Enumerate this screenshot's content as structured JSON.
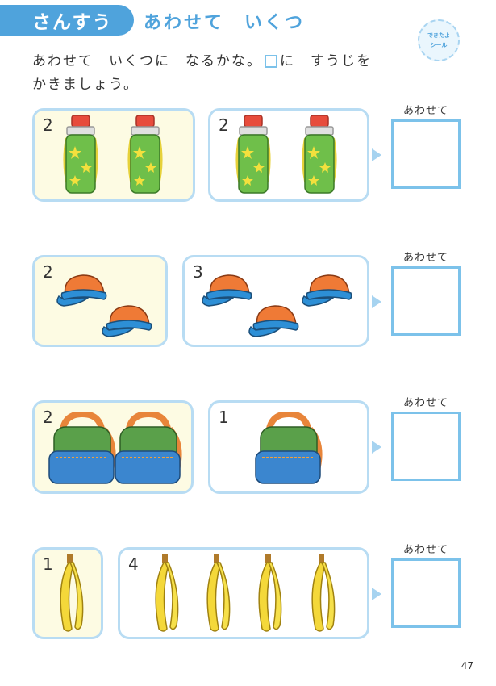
{
  "header": {
    "subject": "さんすう",
    "title": "あわせて　いくつ",
    "sticker_line1": "できたよ",
    "sticker_line2": "シール"
  },
  "instructions": {
    "line1_part1": "あわせて　いくつに　なるかな。",
    "line1_part2": "に　すうじを",
    "line2": "かきましょう。"
  },
  "problems": [
    {
      "item": "water-bottle",
      "left_count": "2",
      "right_count": "2",
      "answer_label": "あわせて"
    },
    {
      "item": "cap",
      "left_count": "2",
      "right_count": "3",
      "answer_label": "あわせて"
    },
    {
      "item": "backpack",
      "left_count": "2",
      "right_count": "1",
      "answer_label": "あわせて"
    },
    {
      "item": "banana",
      "left_count": "1",
      "right_count": "4",
      "answer_label": "あわせて"
    }
  ],
  "colors": {
    "accent": "#4fa3dc",
    "panel_border": "#b8dcf3",
    "panel_yellow": "#fdfbe3"
  },
  "page_number": "47"
}
